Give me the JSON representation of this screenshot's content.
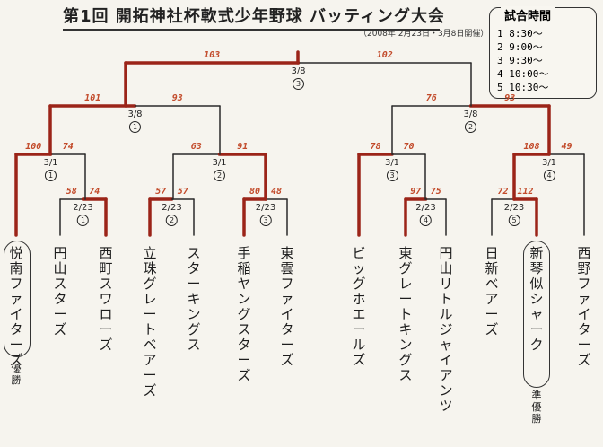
{
  "title": "第1回 開拓神社杯軟式少年野球 バッティング大会",
  "subtitle": "（2008年 2月23日・3月8日開催）",
  "schedule": {
    "title": "試合時間",
    "slots": [
      {
        "no": "1",
        "time": "8:30～"
      },
      {
        "no": "2",
        "time": "9:00～"
      },
      {
        "no": "3",
        "time": "9:30～"
      },
      {
        "no": "4",
        "time": "10:00～"
      },
      {
        "no": "5",
        "time": "10:30～"
      }
    ]
  },
  "teams": [
    "悦南ファイターズ",
    "円山スターズ",
    "西町スワローズ",
    "立珠グレートベアーズ",
    "スターキングス",
    "手稲ヤングスターズ",
    "東雲ファイターズ",
    "ビッグホエールズ",
    "東グレートキングス",
    "円山リトルジャイアンツ",
    "日新ベアーズ",
    "新琴似シャーク",
    "西野ファイターズ"
  ],
  "marks": {
    "champion": "優勝",
    "runner_up": "準優勝"
  },
  "matches": [
    {
      "date": "2/23",
      "slot": "1",
      "left": "58",
      "right": "74"
    },
    {
      "date": "2/23",
      "slot": "2",
      "left": "57",
      "right": "57"
    },
    {
      "date": "2/23",
      "slot": "3",
      "left": "80",
      "right": "48"
    },
    {
      "date": "2/23",
      "slot": "4",
      "left": "97",
      "right": "75"
    },
    {
      "date": "2/23",
      "slot": "5",
      "left": "72",
      "right": "112"
    },
    {
      "date": "3/1",
      "slot": "1",
      "left": "100",
      "right": "74"
    },
    {
      "date": "3/1",
      "slot": "2",
      "left": "63",
      "right": "91"
    },
    {
      "date": "3/1",
      "slot": "3",
      "left": "78",
      "right": "70"
    },
    {
      "date": "3/1",
      "slot": "4",
      "left": "108",
      "right": "49"
    },
    {
      "date": "3/8",
      "slot": "1",
      "left": "101",
      "right": "93"
    },
    {
      "date": "3/8",
      "slot": "2",
      "left": "76",
      "right": "93"
    },
    {
      "date": "3/8",
      "slot": "3",
      "left": "103",
      "right": "102"
    }
  ],
  "colors": {
    "winner_path": "#9b2418",
    "line": "#2a2a2a",
    "score": "#c24a2a"
  }
}
